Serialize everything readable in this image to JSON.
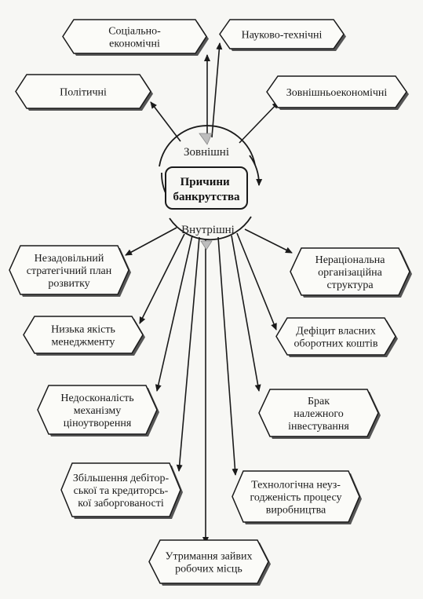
{
  "center": {
    "lines": [
      "Причини",
      "банкрутства"
    ],
    "external_label": "Зовнішні",
    "internal_label": "Внутрішні"
  },
  "external_causes": [
    {
      "id": "socio",
      "lines": [
        "Соціально-",
        "економічні"
      ]
    },
    {
      "id": "scitech",
      "lines": [
        "Науково-технічні"
      ]
    },
    {
      "id": "political",
      "lines": [
        "Політичні"
      ]
    },
    {
      "id": "foreign",
      "lines": [
        "Зовнішньоекономічні"
      ]
    }
  ],
  "internal_causes": [
    {
      "id": "strategy",
      "lines": [
        "Незадовільний",
        "стратегічний план",
        "розвитку"
      ]
    },
    {
      "id": "org",
      "lines": [
        "Нераціональна",
        "організаційна",
        "структура"
      ]
    },
    {
      "id": "management",
      "lines": [
        "Низька якість",
        "менеджменту"
      ]
    },
    {
      "id": "capital",
      "lines": [
        "Дефіцит власних",
        "оборотних коштів"
      ]
    },
    {
      "id": "pricing",
      "lines": [
        "Недосконалість",
        "механізму",
        "ціноутворення"
      ]
    },
    {
      "id": "investment",
      "lines": [
        "Брак",
        "належного",
        "інвестування"
      ]
    },
    {
      "id": "debt",
      "lines": [
        "Збільшення дебітор-",
        "ської та кредиторсь-",
        "кої заборгованості"
      ]
    },
    {
      "id": "technology",
      "lines": [
        "Технологічна неуз-",
        "годженість процесу",
        "виробництва"
      ]
    },
    {
      "id": "jobs",
      "lines": [
        "Утримання зайвих",
        "робочих місць"
      ]
    }
  ]
}
